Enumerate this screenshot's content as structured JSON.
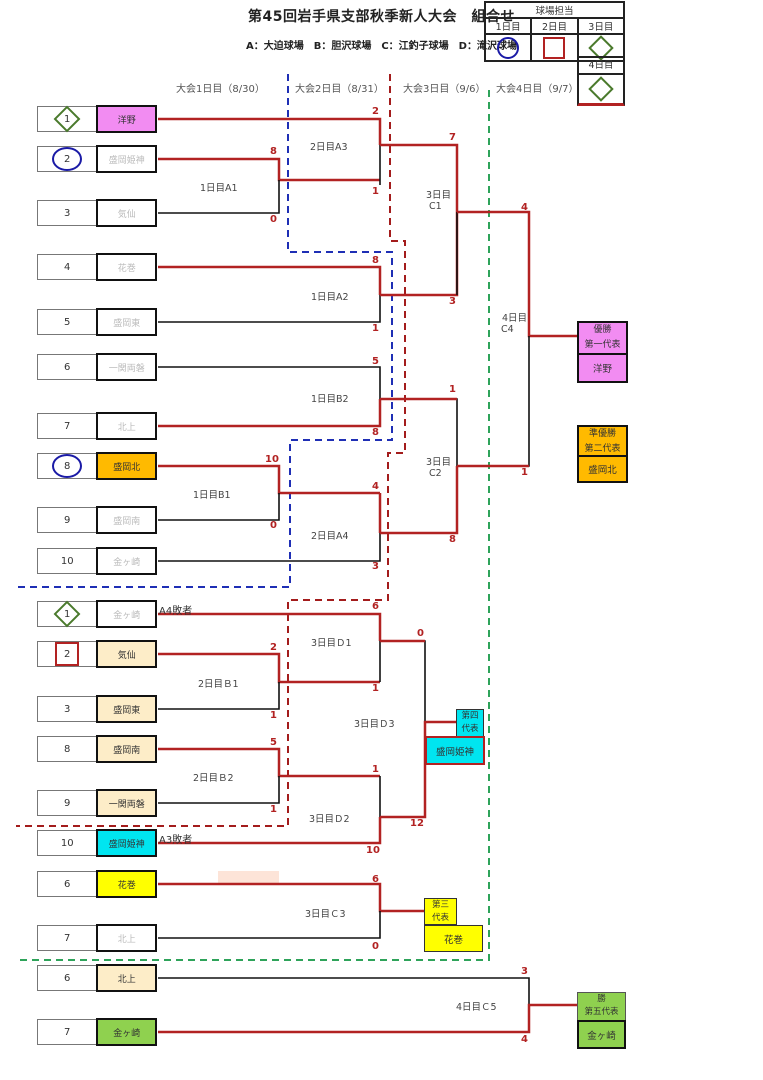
{
  "title": "第45回岩手県支部秋季新人大会　組合せ",
  "venues": "A：大迫球場　B：胆沢球場　C：江釣子球場　D：滝沢球場",
  "day_headers": [
    "大会1日目（8/30）",
    "大会2日目（8/31）",
    "大会3日目（9/6）",
    "大会4日目（9/7）"
  ],
  "legend": {
    "title": "球場担当",
    "days": [
      "1日目",
      "2日目",
      "3日目",
      "4日目"
    ],
    "marks": [
      "circle-icon",
      "square-icon",
      "diamond-icon",
      "diamond-icon"
    ]
  },
  "colors": {
    "win_line": "#b22222",
    "lose_line": "#111111",
    "day2_boundary": "#1f2fb5",
    "day3_boundary": "#a31c1c",
    "day4_boundary": "#2ea35a",
    "champion": "#f28cf2",
    "runner_up": "#ffba00",
    "fourth_rep": "#00e5f0",
    "third_rep": "#ffff00",
    "fifth_rep": "#8fd14f",
    "consolation": "#fdedc8"
  },
  "main_bracket": {
    "teams": [
      {
        "no": "1",
        "name": "洋野",
        "mark": "diamond",
        "style": "champion"
      },
      {
        "no": "2",
        "name": "盛岡姫神",
        "mark": "circle",
        "style": "lost"
      },
      {
        "no": "3",
        "name": "気仙",
        "mark": "",
        "style": "lost"
      },
      {
        "no": "4",
        "name": "花巻",
        "mark": "",
        "style": "lost"
      },
      {
        "no": "5",
        "name": "盛岡東",
        "mark": "",
        "style": "lost"
      },
      {
        "no": "6",
        "name": "一関両磐",
        "mark": "",
        "style": "lost"
      },
      {
        "no": "7",
        "name": "北上",
        "mark": "",
        "style": "lost"
      },
      {
        "no": "8",
        "name": "盛岡北",
        "mark": "circle",
        "style": "runner_up"
      },
      {
        "no": "9",
        "name": "盛岡南",
        "mark": "",
        "style": "lost"
      },
      {
        "no": "10",
        "name": "金ヶ崎",
        "mark": "",
        "style": "lost"
      }
    ],
    "matches": [
      {
        "id": "A1",
        "label": "1日目A1",
        "top_score": "8",
        "bottom_score": "0"
      },
      {
        "id": "A2",
        "label": "1日目A2",
        "top_score": "8",
        "bottom_score": "1"
      },
      {
        "id": "B2",
        "label": "1日目B2",
        "top_score": "5",
        "bottom_score": "8"
      },
      {
        "id": "B1",
        "label": "1日目B1",
        "top_score": "10",
        "bottom_score": "0"
      },
      {
        "id": "A3",
        "label": "2日目A3",
        "top_score": "2",
        "bottom_score": "1"
      },
      {
        "id": "A4",
        "label": "2日目A4",
        "top_score": "4",
        "bottom_score": "3"
      },
      {
        "id": "C1",
        "label": "3日目\nC1",
        "label_l1": "3日目",
        "label_l2": "C1",
        "top_score": "7",
        "bottom_score": "3"
      },
      {
        "id": "C2",
        "label_l1": "3日目",
        "label_l2": "C2",
        "top_score": "1",
        "bottom_score": "8"
      },
      {
        "id": "C4",
        "label_l1": "4日目",
        "label_l2": "C4",
        "top_score": "4",
        "bottom_score": "1"
      }
    ],
    "champion": {
      "caption1": "優勝",
      "caption2": "第一代表",
      "name": "洋野"
    },
    "runner_up": {
      "caption1": "準優勝",
      "caption2": "第二代表",
      "name": "盛岡北"
    }
  },
  "consolation_bracket": {
    "teams": [
      {
        "no": "1",
        "name": "金ヶ崎",
        "mark": "diamond",
        "style": "lost",
        "note": "A4敗者"
      },
      {
        "no": "2",
        "name": "気仙",
        "mark": "square",
        "style": "consolation",
        "note": ""
      },
      {
        "no": "3",
        "name": "盛岡東",
        "mark": "",
        "style": "consolation",
        "note": ""
      },
      {
        "no": "8",
        "name": "盛岡南",
        "mark": "",
        "style": "consolation",
        "note": ""
      },
      {
        "no": "9",
        "name": "一関両磐",
        "mark": "",
        "style": "consolation",
        "note": ""
      },
      {
        "no": "10",
        "name": "盛岡姫神",
        "mark": "",
        "style": "fourth_rep",
        "note": "A3敗者"
      }
    ],
    "matches": [
      {
        "id": "B1c",
        "label": "2日目Ｂ1",
        "top_score": "2",
        "bottom_score": "1"
      },
      {
        "id": "B2c",
        "label": "2日目Ｂ2",
        "top_score": "5",
        "bottom_score": "1"
      },
      {
        "id": "D1",
        "label": "3日目Ｄ1",
        "top_score": "6",
        "bottom_score": "1"
      },
      {
        "id": "D2",
        "label": "3日目Ｄ2",
        "top_score": "1",
        "bottom_score": "10"
      },
      {
        "id": "D3",
        "label": "3日目Ｄ3",
        "top_score": "0",
        "bottom_score": "12"
      }
    ],
    "fourth_rep": {
      "caption1": "第四",
      "caption2": "代表",
      "name": "盛岡姫神"
    }
  },
  "third_rep_match": {
    "teams": [
      {
        "no": "6",
        "name": "花巻",
        "style": "third_rep"
      },
      {
        "no": "7",
        "name": "北上",
        "style": "lost"
      }
    ],
    "match": {
      "label": "3日目Ｃ3",
      "top_score": "6",
      "bottom_score": "0"
    },
    "result": {
      "caption1": "第三",
      "caption2": "代表",
      "name": "花巻"
    }
  },
  "fifth_rep_match": {
    "teams": [
      {
        "no": "6",
        "name": "北上",
        "style": "consolation"
      },
      {
        "no": "7",
        "name": "金ヶ崎",
        "style": "fifth_rep"
      }
    ],
    "match": {
      "label": "4日目Ｃ5",
      "top_score": "3",
      "bottom_score": "4"
    },
    "result": {
      "caption1": "勝",
      "caption2": "第五代表",
      "name": "金ヶ崎"
    }
  }
}
